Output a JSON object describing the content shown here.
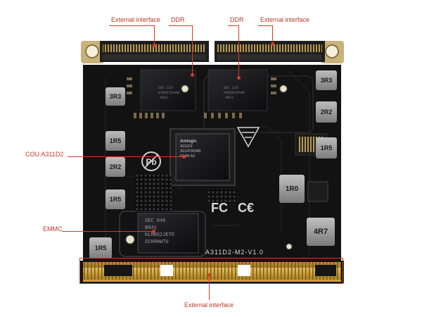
{
  "labels": {
    "top_left_interface": "External interface",
    "ddr_left": "DDR",
    "ddr_right": "DDR",
    "top_right_interface": "External interface",
    "cpu": "COU:A311D2",
    "emmc": "EMMC",
    "bottom_interface": "External interface"
  },
  "board": {
    "silkscreen": "A311D2-M2-V1.0",
    "cpu_marking": [
      "Amlogic",
      "A311D2",
      "3G14TW2AB",
      "K7 B4 A3"
    ],
    "ddr_marking_left": [
      "SEC 225",
      "K4U6E3S4AB",
      "-MGCL"
    ],
    "ddr_marking_right": [
      "SEC 225",
      "K4U6E3S4AB",
      "-MGCL"
    ],
    "emmc_marking": [
      "SEC 046",
      "B041",
      "KLMBG2JETD",
      "SCH0HWTU"
    ],
    "inductors": [
      "3R3",
      "1R5",
      "2R2",
      "1R5",
      "1R5",
      "3R3",
      "2R2",
      "1R5",
      "1R0",
      "4R7"
    ]
  },
  "colors": {
    "pcb": "#111111",
    "label_red": "#d23b2b",
    "gold": "#c9a13a"
  }
}
